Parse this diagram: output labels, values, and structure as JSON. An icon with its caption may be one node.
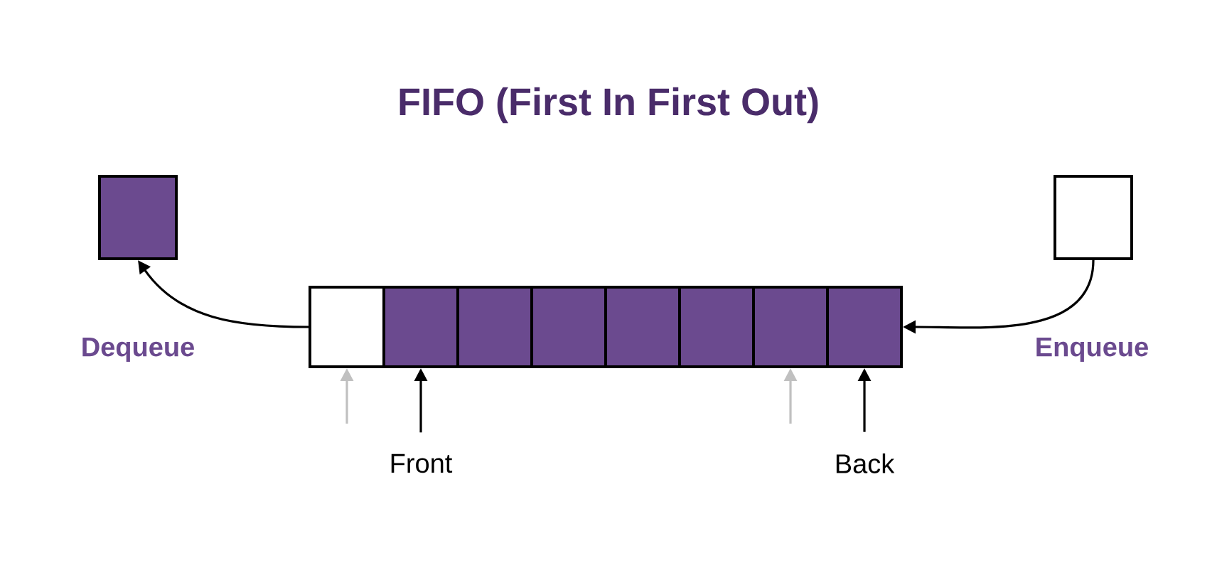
{
  "diagram": {
    "title": "FIFO (First In First Out)",
    "nodes": [
      {
        "text": [],
        "shape": "box"
      },
      {
        "text": [],
        "shape": "box"
      },
      {
        "text": [],
        "shape": "box"
      },
      {
        "text": [],
        "shape": "box"
      },
      {
        "text": [],
        "shape": "box"
      },
      {
        "text": [],
        "shape": "box"
      },
      {
        "text": [],
        "shape": "box"
      },
      {
        "text": [],
        "shape": "box"
      },
      {
        "text": [],
        "shape": "box"
      },
      {
        "text": [],
        "shape": "box"
      },
      {
        "text": [
          "Front"
        ]
      },
      {
        "text": [
          "Back"
        ]
      }
    ],
    "edges": [
      {
        "from": 2,
        "to": 0,
        "arrow": "to"
      },
      {
        "from": 1,
        "to": 9,
        "arrow": "to"
      },
      {
        "from": 10,
        "to": 3,
        "arrow": "to"
      },
      {
        "from": 11,
        "to": 9,
        "arrow": "to"
      },
      {
        "from": null,
        "to": 2,
        "arrow": "to",
        "color": "#c0c0c0"
      },
      {
        "from": null,
        "to": 8,
        "arrow": "to",
        "color": "#c0c0c0"
      }
    ],
    "labels": [
      "Dequeue",
      "Enqueue"
    ]
  }
}
